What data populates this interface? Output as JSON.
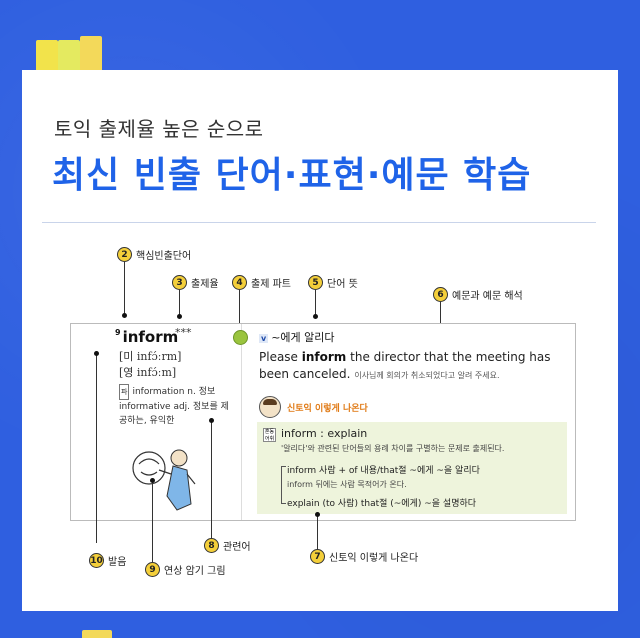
{
  "header": {
    "subtitle": "토익 출제율 높은 순으로",
    "title": "최신 빈출 단어·표현·예문 학습"
  },
  "callouts": [
    {
      "num": "2",
      "label": "핵심빈출단어"
    },
    {
      "num": "3",
      "label": "출제율"
    },
    {
      "num": "4",
      "label": "출제 파트"
    },
    {
      "num": "5",
      "label": "단어 뜻"
    },
    {
      "num": "6",
      "label": "예문과 예문 해석"
    },
    {
      "num": "10",
      "label": "발음"
    },
    {
      "num": "9",
      "label": "연상 암기 그림"
    },
    {
      "num": "8",
      "label": "관련어"
    },
    {
      "num": "7",
      "label": "신토익 이렇게 나온다"
    }
  ],
  "entry": {
    "index": "9",
    "word": "inform",
    "stars": "***",
    "pron_us": "[미 infɔ́ːrm]",
    "pron_uk": "[영 infɔ́ːm]",
    "related_tag": "파",
    "related_1": "information n. 정보",
    "related_2": "informative adj. 정보를 제공하는, 유익한",
    "pos": "v",
    "meaning": "~에게 알리다",
    "example_pre": "Please ",
    "example_bold": "inform",
    "example_post": " the director that the meeting has been canceled.",
    "example_kr": "이사님께 회의가 취소되었다고 알려 주세요.",
    "shin_label": "신토익 이렇게 나온다",
    "tip_icon": "혼동 어휘",
    "tip_title": "inform : explain",
    "tip_desc": "'알리다'와 관련된 단어들의 용례 차이를 구별하는 문제로 출제된다.",
    "tip_line1": "inform 사람 + of 내용/that절 ~에게 ~을 알리다",
    "tip_line2": "inform 뒤에는 사람 목적어가 온다.",
    "tip_line3": "explain (to 사람) that절 (~에게) ~을 설명하다"
  },
  "colors": {
    "accent": "#1f63e8",
    "background": "#2f5fe0",
    "badge": "#f4cf3a",
    "tip_bg": "#eef4dc",
    "green_dot": "#9ac43e"
  }
}
